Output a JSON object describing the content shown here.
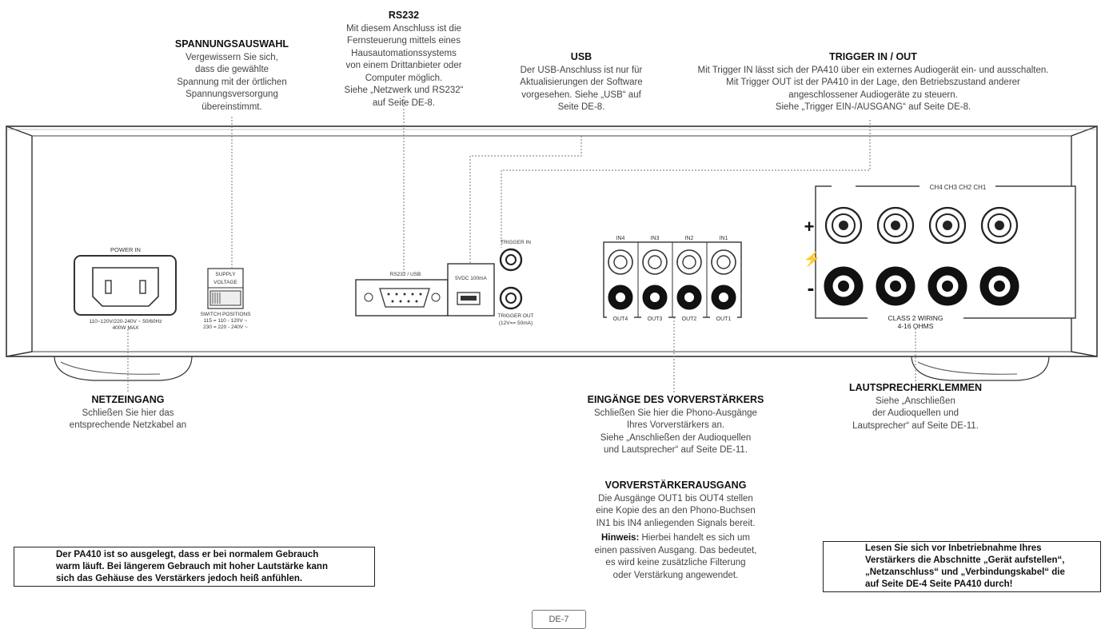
{
  "callouts": {
    "spannungsauswahl": {
      "title": "SPANNUNGSAUSWAHL",
      "lines": [
        "Vergewissern Sie sich,",
        "dass die gewählte",
        "Spannung mit der örtlichen",
        "Spannungsversorgung",
        "übereinstimmt."
      ]
    },
    "rs232": {
      "title": "RS232",
      "lines": [
        "Mit diesem Anschluss ist die",
        "Fernsteuerung mittels eines",
        "Hausautomationssystems",
        "von einem Drittanbieter oder",
        "Computer möglich.",
        "Siehe „Netzwerk und RS232“",
        "auf Seite DE-8."
      ]
    },
    "usb": {
      "title": "USB",
      "lines": [
        "Der USB-Anschluss ist nur für",
        "Aktualisierungen der Software",
        "vorgesehen. Siehe „USB“ auf",
        "Seite DE-8."
      ]
    },
    "trigger": {
      "title": "TRIGGER IN / OUT",
      "lines": [
        "Mit Trigger IN lässt sich der PA410 über ein externes Audiogerät ein- und ausschalten.",
        "Mit Trigger OUT ist der PA410 in der Lage, den Betriebszustand anderer",
        "angeschlossener Audiogeräte zu steuern.",
        "Siehe „Trigger EIN-/AUSGANG“ auf Seite DE-8."
      ]
    },
    "netzeingang": {
      "title": "NETZEINGANG",
      "lines": [
        "Schließen Sie hier das",
        "entsprechende Netzkabel an"
      ]
    },
    "eingaenge": {
      "title": "EINGÄNGE DES VORVERSTÄRKERS",
      "lines": [
        "Schließen Sie hier die Phono-Ausgänge",
        "Ihres Vorverstärkers an.",
        "Siehe „Anschließen der Audioquellen",
        "und Lautsprecher“ auf Seite DE-11."
      ]
    },
    "vorverstaerkerausgang": {
      "title": "VORVERSTÄRKERAUSGANG",
      "lines": [
        "Die Ausgänge OUT1 bis OUT4 stellen",
        "eine Kopie des an den Phono-Buchsen",
        "IN1 bis IN4 anliegenden Signals bereit."
      ],
      "hint_label": "Hinweis:",
      "hint_first": "Hierbei handelt es sich um",
      "hint_lines": [
        "einen passiven Ausgang. Das bedeutet,",
        "es wird keine zusätzliche Filterung",
        "oder Verstärkung angewendet."
      ]
    },
    "lautsprecher": {
      "title": "LAUTSPRECHERKLEMMEN",
      "lines": [
        "Siehe „Anschließen",
        "der Audioquellen und",
        "Lautsprecher“ auf Seite DE-11."
      ]
    }
  },
  "device_labels": {
    "power_in": "POWER IN",
    "power_rating_1": "110~120V/220-240V ~ 50/60Hz",
    "power_rating_2": "400W MAX",
    "supply_1": "SUPPLY",
    "supply_2": "VOLTAGE",
    "switch_positions": "SWITCH POSITIONS",
    "switch_line1": "115 = 110 - 120V ~",
    "switch_line2": "230 = 220 - 240V ~",
    "rs232_port": "RS232 / USB",
    "usb_port": "5VDC 100mA",
    "trigger_in": "TRIGGER IN",
    "trigger_out": "TRIGGER OUT",
    "trigger_out_rating": "(12V== 50mA)",
    "inputs": [
      "IN4",
      "IN3",
      "IN2",
      "IN1"
    ],
    "outputs": [
      "OUT4",
      "OUT3",
      "OUT2",
      "OUT1"
    ],
    "channels": "CH4  CH3  CH2  CH1",
    "plus": "+",
    "minus": "-",
    "class2_1": "CLASS 2 WIRING",
    "class2_2": "4-16 OHMS"
  },
  "warnings": {
    "left": [
      "Der PA410 ist so ausgelegt, dass er bei normalem Gebrauch",
      "warm läuft. Bei längerem Gebrauch mit hoher Lautstärke kann",
      "sich das Gehäuse des Verstärkers jedoch heiß anfühlen."
    ],
    "right": [
      "Lesen Sie sich vor Inbetriebnahme Ihres",
      "Verstärkers die Abschnitte „Gerät aufstellen“,",
      "„Netzanschluss“ und „Verbindungskabel“ die",
      "auf Seite DE-4 Seite PA410 durch!"
    ]
  },
  "page_number": "DE-7"
}
